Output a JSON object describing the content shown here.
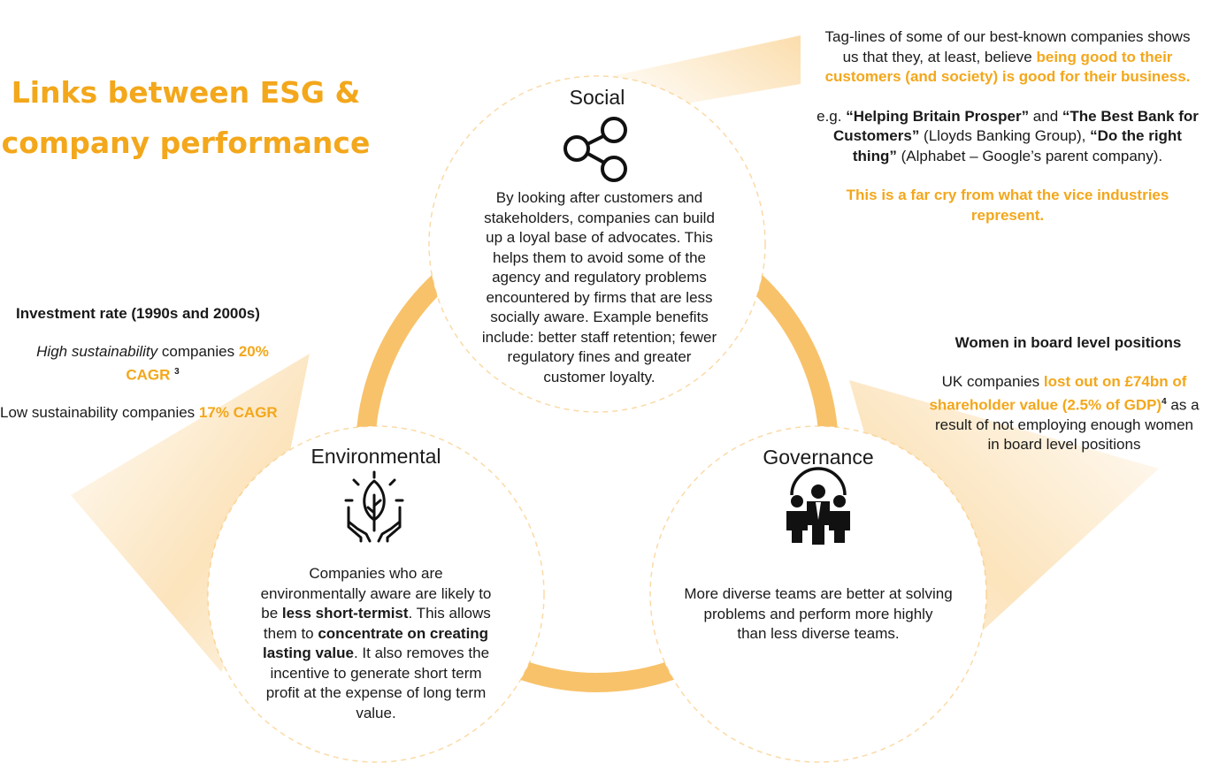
{
  "title": {
    "line1": "Links between ESG &",
    "line2": "company performance"
  },
  "social": {
    "heading": "Social",
    "body": [
      "By looking after customers and",
      "stakeholders, companies can build",
      "up a loyal base of advocates. This",
      "helps them to avoid some of the",
      "agency and regulatory problems",
      "encountered by firms that are less",
      "socially aware. Example benefits",
      "include: better staff retention; fewer",
      "regulatory fines and greater",
      "customer loyalty."
    ]
  },
  "environmental": {
    "heading": "Environmental",
    "l1": "Companies who are",
    "l2": "environmentally aware are likely to",
    "l3a": "be ",
    "l3b": "less short-termist",
    "l3c": ". This allows",
    "l4a": "them to ",
    "l4b": "concentrate on creating",
    "l5a": "lasting value",
    "l5b": ". It also removes the",
    "l6": "incentive to generate short term",
    "l7": "profit at the expense of long term",
    "l8": "value."
  },
  "governance": {
    "heading": "Governance",
    "body": [
      "More diverse teams are better at solving",
      "problems and perform more highly",
      "than less diverse teams."
    ]
  },
  "tagline": {
    "l1": "Tag-lines of some of our best-known companies shows",
    "l2a": "us that they, at least, believe ",
    "l2b": "being good to their",
    "l3": "customers (and society) is good for their business.",
    "l4a": "e.g. ",
    "l4b": "“Helping Britain Prosper”",
    "l4c": " and ",
    "l4d": "“The Best Bank for",
    "l5a": "Customers”",
    "l5b": " (Lloyds Banking Group), ",
    "l5c": "“Do the right",
    "l6a": "thing”",
    "l6b": " (Alphabet – Google’s parent company).",
    "l7": "This is a far cry from what the vice industries",
    "l8": "represent."
  },
  "investment": {
    "heading": "Investment rate (1990s and 2000s)",
    "high_a": "High sustainability",
    "high_b": " companies ",
    "high_c": "20%",
    "high_d": "CAGR",
    "high_sup": "3",
    "low_a": "Low sustainability companies ",
    "low_b": "17% CAGR"
  },
  "women": {
    "heading": "Women in board level positions",
    "l1a": "UK companies ",
    "l1b": "lost out on £74bn of",
    "l2a": "shareholder value (2.5% of GDP)",
    "l2sup": "4",
    "l2b": " as a",
    "l3": "result of not employing enough women",
    "l4": "in board level positions"
  },
  "colors": {
    "accent": "#f3a71b",
    "ring": "#f8c26a"
  },
  "icons": [
    "share-icon",
    "plant-in-hands-icon",
    "team-icon"
  ]
}
